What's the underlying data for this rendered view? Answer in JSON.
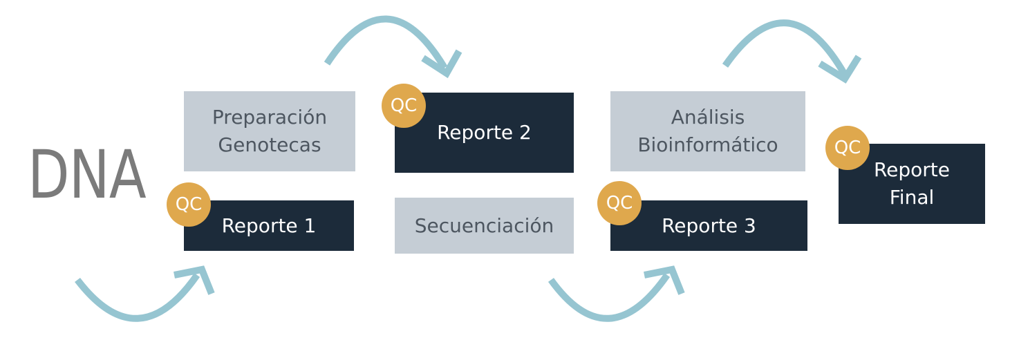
{
  "diagram": {
    "start_label": "DNA",
    "steps": {
      "preparacion": "Preparación\nGenotecas",
      "secuenciacion": "Secuenciación",
      "analisis": "Análisis\nBioinformático"
    },
    "reports": {
      "r1": "Reporte 1",
      "r2": "Reporte 2",
      "r3": "Reporte 3",
      "final": "Reporte\nFinal"
    },
    "qc_label": "QC",
    "colors": {
      "step_box": "#c5cdd5",
      "report_box": "#1c2b3a",
      "qc_badge": "#dfa84d",
      "arrow": "#96c5d1",
      "start_text": "#7b7b7b"
    }
  }
}
